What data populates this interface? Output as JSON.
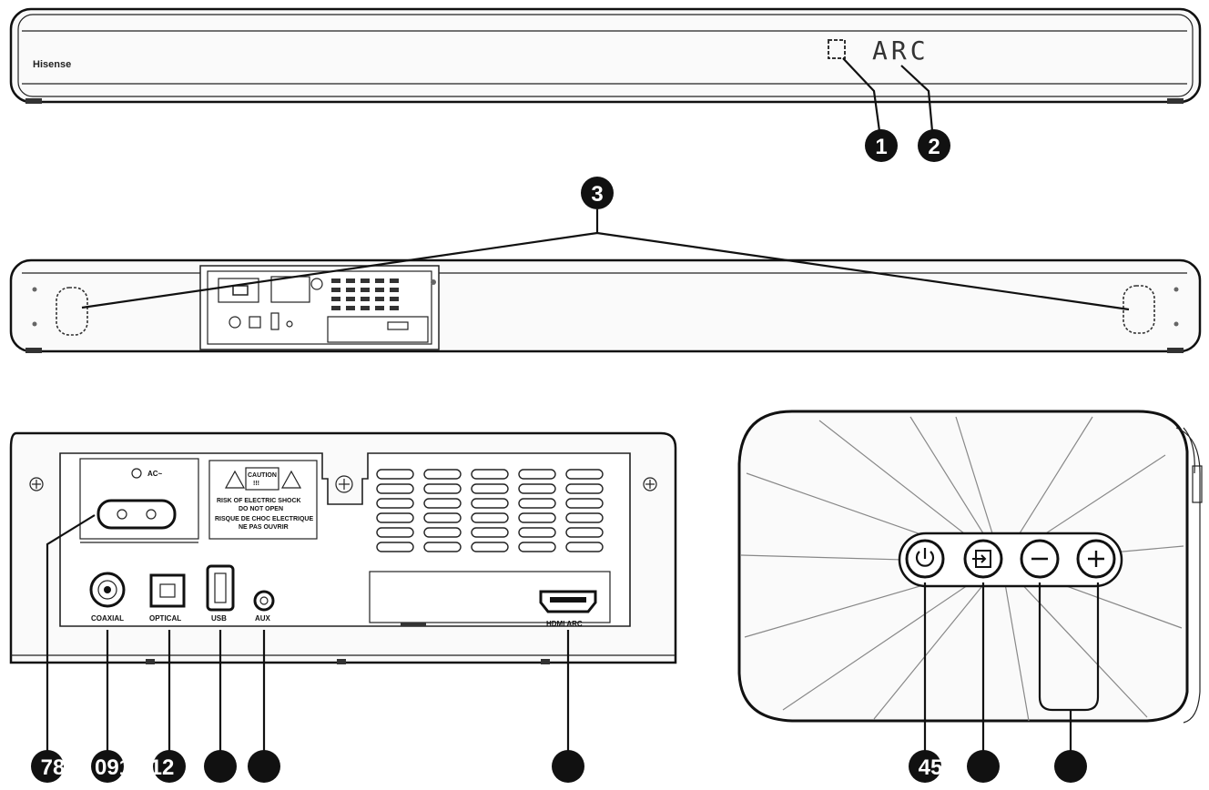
{
  "soundbar_front": {
    "logo": "Hisense",
    "display_text": "ARC"
  },
  "rear_panel": {
    "ac_label": "AC~",
    "warning_title": "CAUTION RISK OF ELECTRIC SHOCK DO NOT OPEN",
    "warning_line_1": "RISK OF ELECTRIC SHOCK",
    "warning_line_2": "DO NOT OPEN",
    "warning_line_3": "RISQUE DE CHOC ELECTRIQUE",
    "warning_line_4": "NE PAS OUVRIR",
    "ports": [
      {
        "id": "coaxial",
        "label": "COAXIAL"
      },
      {
        "id": "optical",
        "label": "OPTICAL"
      },
      {
        "id": "usb",
        "label": "USB"
      },
      {
        "id": "aux",
        "label": "AUX"
      },
      {
        "id": "hdmi",
        "label": "HDMI ARC"
      }
    ]
  },
  "control_buttons": [
    {
      "id": "power",
      "icon": "power-icon"
    },
    {
      "id": "source",
      "icon": "input-source-icon"
    },
    {
      "id": "vol_down",
      "icon": "minus-icon"
    },
    {
      "id": "vol_up",
      "icon": "plus-icon"
    }
  ],
  "callouts": [
    {
      "id": "c1",
      "text": "1"
    },
    {
      "id": "c2",
      "text": "2"
    },
    {
      "id": "c3",
      "text": "3"
    },
    {
      "id": "c78",
      "text": "78"
    },
    {
      "id": "c91",
      "text": "091"
    },
    {
      "id": "c12",
      "text": "12"
    },
    {
      "id": "c_usb",
      "text": ""
    },
    {
      "id": "c_aux",
      "text": ""
    },
    {
      "id": "c_hdmi",
      "text": ""
    },
    {
      "id": "c45",
      "text": "45"
    },
    {
      "id": "c_src",
      "text": ""
    },
    {
      "id": "c_vol",
      "text": ""
    }
  ]
}
